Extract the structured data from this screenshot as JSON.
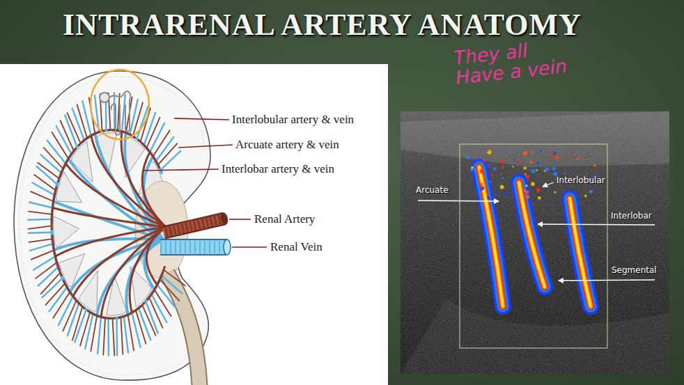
{
  "diagram": {
    "title": "INTRARENAL ARTERY ANATOMY",
    "labels": [
      "They all Have a vein",
      "Interlobular artery & vein",
      "Arcuate artery & vein",
      "Interlobar artery & vein",
      "Renal Artery",
      "Renal Vein",
      "Arcuate",
      "Interlobular",
      "Interlobar",
      "Segmental"
    ]
  }
}
